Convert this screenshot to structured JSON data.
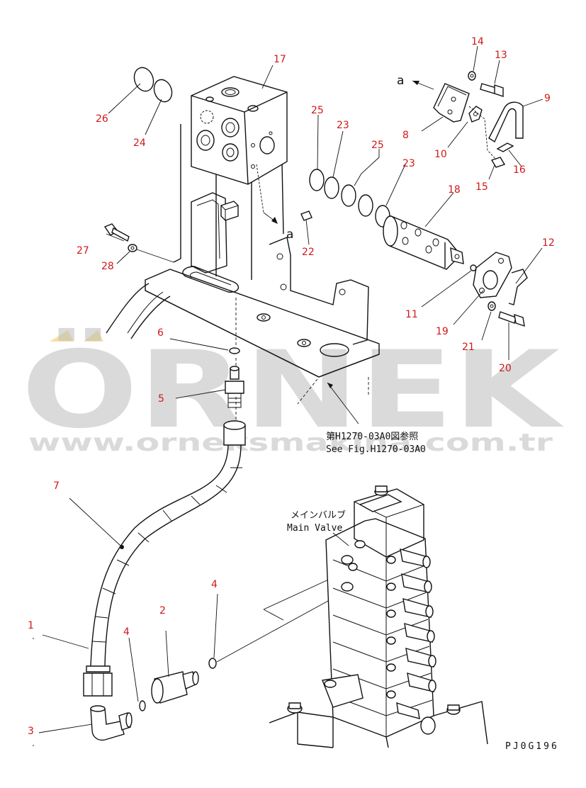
{
  "callouts": {
    "c1": "1",
    "c2": "2",
    "c3": "3",
    "c4a": "4",
    "c4b": "4",
    "c5": "5",
    "c6": "6",
    "c7": "7",
    "c8": "8",
    "c9": "9",
    "c10": "10",
    "c11": "11",
    "c12": "12",
    "c13": "13",
    "c14": "14",
    "c15": "15",
    "c16": "16",
    "c17": "17",
    "c18": "18",
    "c19": "19",
    "c20": "20",
    "c21": "21",
    "c22": "22",
    "c23a": "23",
    "c23b": "23",
    "c24": "24",
    "c25a": "25",
    "c25b": "25",
    "c26": "26",
    "c27": "27",
    "c28": "28"
  },
  "view_marker": "a",
  "view_marker_2": "a",
  "reference": {
    "jp": "第H1270-03A0図参照",
    "en": "See Fig.H1270-03A0"
  },
  "main_valve": {
    "jp": "メインバルブ",
    "en": "Main Valve"
  },
  "drawing_code": "PJ0G196",
  "watermark": {
    "brand": "ÖRNEK",
    "url": "www.orneksmakina.com.tr",
    "color": "#bdbdbd",
    "accent": "#f2d27a"
  }
}
